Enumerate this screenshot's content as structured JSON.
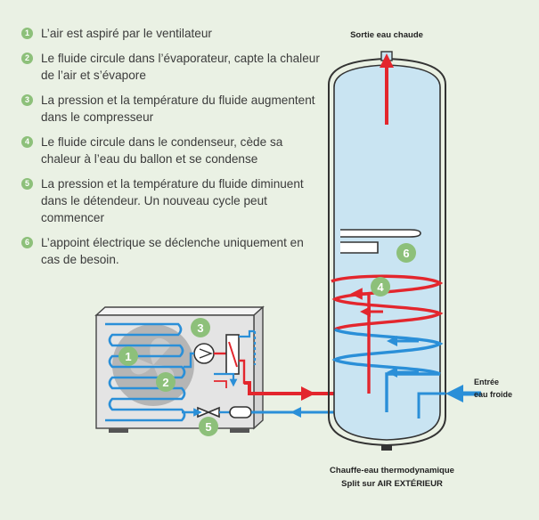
{
  "steps": [
    {
      "number": "1",
      "text": "L’air est aspiré par le ventilateur"
    },
    {
      "number": "2",
      "text": "Le fluide circule dans l’évaporateur, capte la chaleur de l’air et s’évapore"
    },
    {
      "number": "3",
      "text": "La pression et la température du fluide augmentent dans le compresseur"
    },
    {
      "number": "4",
      "text": "Le fluide circule dans le condenseur, cède sa chaleur à l’eau du ballon et se condense"
    },
    {
      "number": "5",
      "text": "La pression et la température du fluide diminuent dans le détendeur. Un nouveau cycle peut commencer"
    },
    {
      "number": "6",
      "text": "L’appoint électrique se déclenche uniquement en cas de besoin."
    }
  ],
  "labels": {
    "hot_outlet": "Sortie eau chaude",
    "cold_inlet_line1": "Entrée",
    "cold_inlet_line2": "eau froide",
    "caption_line1": "Chauffe-eau thermodynamique",
    "caption_line2": "Split sur AIR EXTÉRIEUR"
  },
  "badges": [
    "1",
    "2",
    "3",
    "4",
    "5",
    "6"
  ],
  "colors": {
    "background": "#eaf1e4",
    "hot": "#e3262d",
    "cold": "#2a8fd8",
    "badge": "#8dc07a",
    "tank_fill": "#c9e4f2",
    "unit_body": "#e4e4e4"
  }
}
